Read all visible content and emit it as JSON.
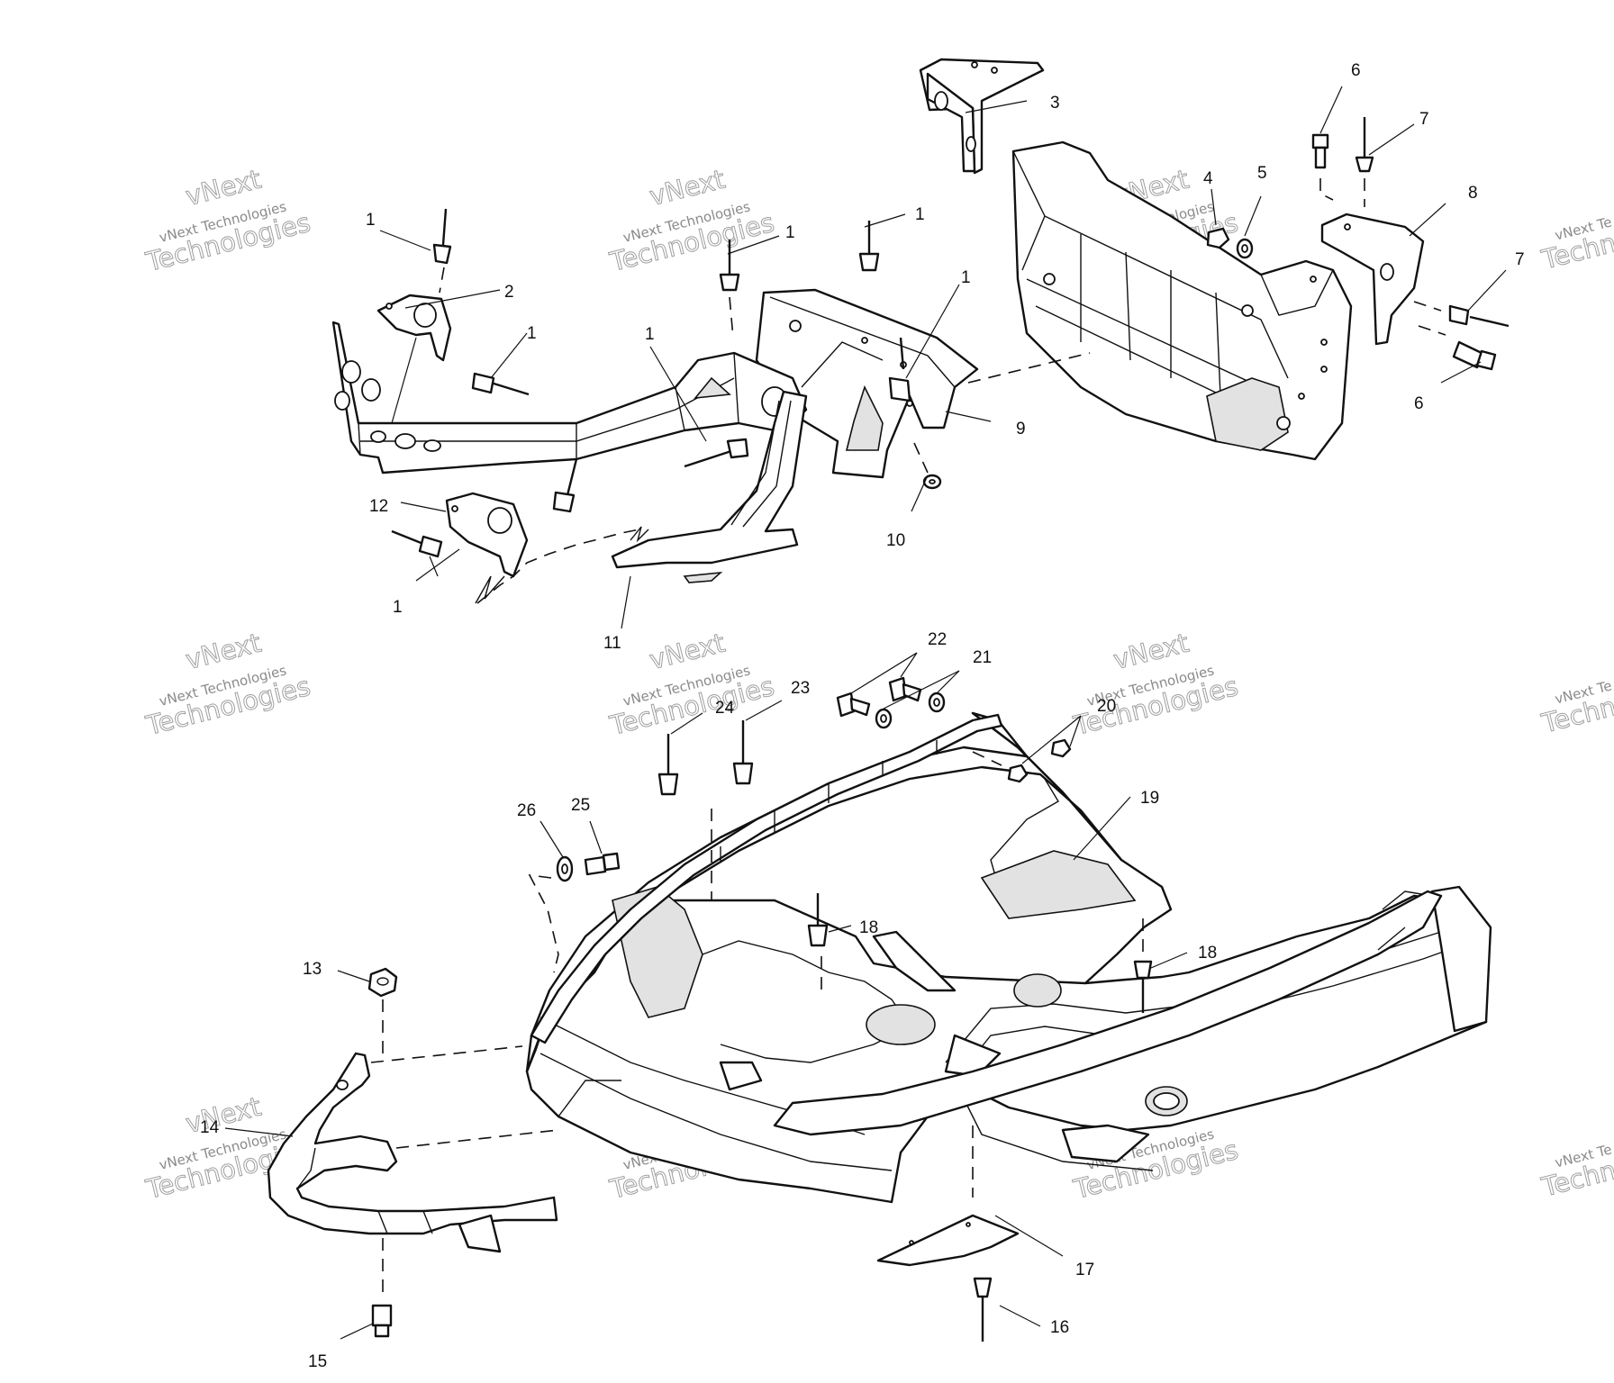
{
  "watermark": {
    "line1": "vNext",
    "line2": "vNext Technologies",
    "line3": "Technologies",
    "line4_fragment": "Techn",
    "right_fragment_small": "vNext Te",
    "right_fragment_big": "Techno"
  },
  "callouts": {
    "c1a": "1",
    "c1b": "1",
    "c1c": "1",
    "c1d": "1",
    "c1e": "1",
    "c1f": "1",
    "c1g": "1",
    "c2": "2",
    "c3": "3",
    "c4": "4",
    "c5": "5",
    "c6a": "6",
    "c6b": "6",
    "c7a": "7",
    "c7b": "7",
    "c8": "8",
    "c9": "9",
    "c10": "10",
    "c11": "11",
    "c12": "12",
    "c13": "13",
    "c14": "14",
    "c15": "15",
    "c16": "16",
    "c17": "17",
    "c18a": "18",
    "c18b": "18",
    "c19": "19",
    "c20": "20",
    "c21": "21",
    "c22": "22",
    "c23": "23",
    "c24": "24",
    "c25": "25",
    "c26": "26"
  }
}
